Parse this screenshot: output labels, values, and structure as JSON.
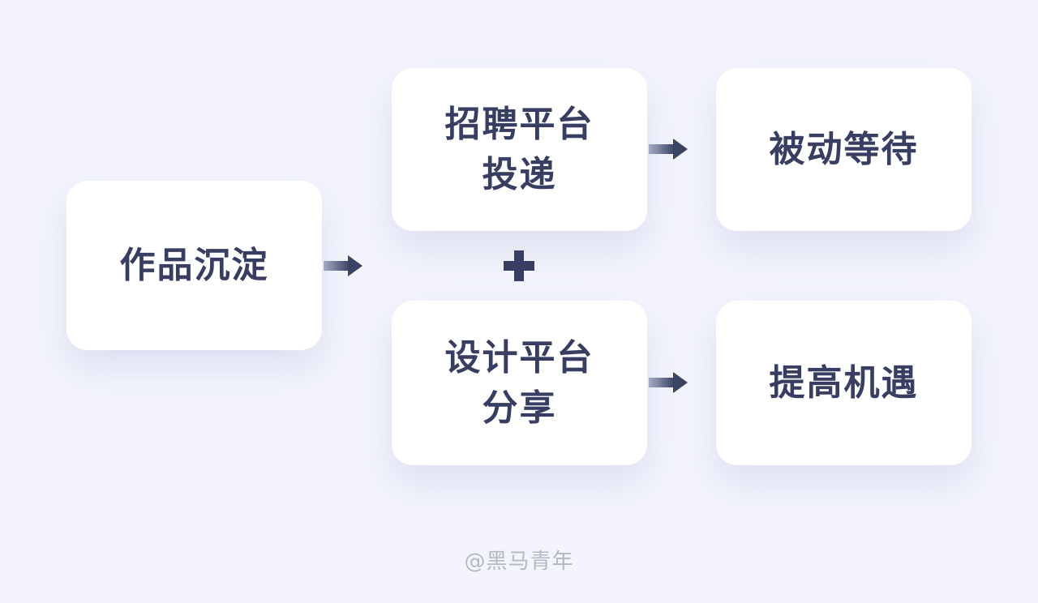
{
  "palette": {
    "background": "#f3f4fc",
    "card": "#ffffff",
    "text": "#373e61",
    "arrow_dark": "#3b4263",
    "arrow_light": "#a6abc7",
    "watermark": "#b4b8c5"
  },
  "diagram": {
    "source": {
      "label": "作品沉淀"
    },
    "plus": "+",
    "branches": [
      {
        "method_line1": "招聘平台",
        "method_line2": "投递",
        "outcome": "被动等待"
      },
      {
        "method_line1": "设计平台",
        "method_line2": "分享",
        "outcome": "提高机遇"
      }
    ],
    "watermark": "@黑马青年"
  }
}
